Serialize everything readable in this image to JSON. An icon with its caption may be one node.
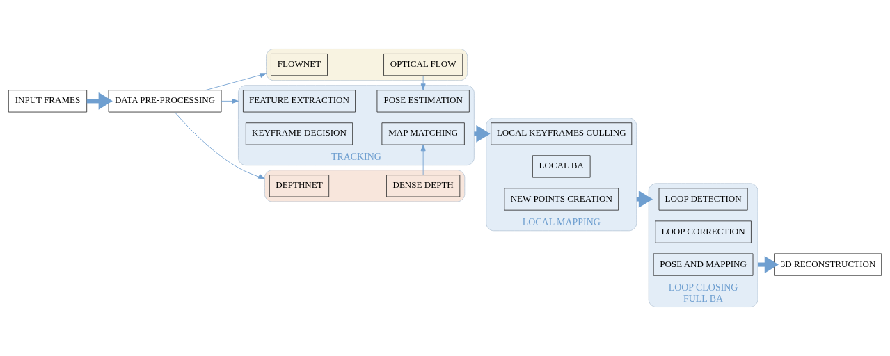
{
  "diagram": {
    "nodes": [
      {
        "text": [
          "INPUT FRAMES"
        ]
      },
      {
        "text": [
          "DATA PRE-PROCESSING"
        ]
      },
      {
        "text": [],
        "shape": "box"
      },
      {
        "text": [
          "FLOWNET"
        ],
        "in": 2
      },
      {
        "text": [
          "OPTICAL FLOW"
        ],
        "in": 2
      },
      {
        "text": [
          "TRACKING"
        ]
      },
      {
        "text": [
          "FEATURE EXTRACTION"
        ],
        "in": 5
      },
      {
        "text": [
          "POSE ESTIMATION"
        ],
        "in": 5
      },
      {
        "text": [
          "KEYFRAME DECISION"
        ],
        "in": 5
      },
      {
        "text": [
          "MAP MATCHING"
        ],
        "in": 5
      },
      {
        "text": [],
        "shape": "box"
      },
      {
        "text": [
          "DEPTHNET"
        ],
        "in": 10
      },
      {
        "text": [
          "DENSE DEPTH"
        ],
        "in": 10
      },
      {
        "text": [
          "LOCAL MAPPING"
        ]
      },
      {
        "text": [
          "LOCAL KEYFRAMES CULLING"
        ],
        "in": 13
      },
      {
        "text": [
          "LOCAL BA"
        ],
        "in": 13
      },
      {
        "text": [
          "NEW POINTS CREATION"
        ],
        "in": 13
      },
      {
        "text": [
          "LOOP CLOSING",
          "FULL BA"
        ]
      },
      {
        "text": [
          "LOOP DETECTION"
        ],
        "in": 17
      },
      {
        "text": [
          "LOOP CORRECTION"
        ],
        "in": 17
      },
      {
        "text": [
          "POSE AND MAPPING"
        ],
        "in": 17
      },
      {
        "text": [
          "3D RECONSTRUCTION"
        ]
      }
    ],
    "edges": [
      {
        "from": 0,
        "to": 1,
        "arrow": "to",
        "style": "thick"
      },
      {
        "from": 1,
        "to": 2,
        "arrow": "to"
      },
      {
        "from": 1,
        "to": 5,
        "arrow": "to"
      },
      {
        "from": 1,
        "to": 10,
        "arrow": "to"
      },
      {
        "from": 4,
        "to": 7,
        "arrow": "to"
      },
      {
        "from": 12,
        "to": 9,
        "arrow": "to"
      },
      {
        "from": 5,
        "to": 13,
        "arrow": "to",
        "style": "thick"
      },
      {
        "from": 13,
        "to": 17,
        "arrow": "to",
        "style": "thick"
      },
      {
        "from": 17,
        "to": 21,
        "arrow": "to",
        "style": "thick"
      }
    ]
  }
}
